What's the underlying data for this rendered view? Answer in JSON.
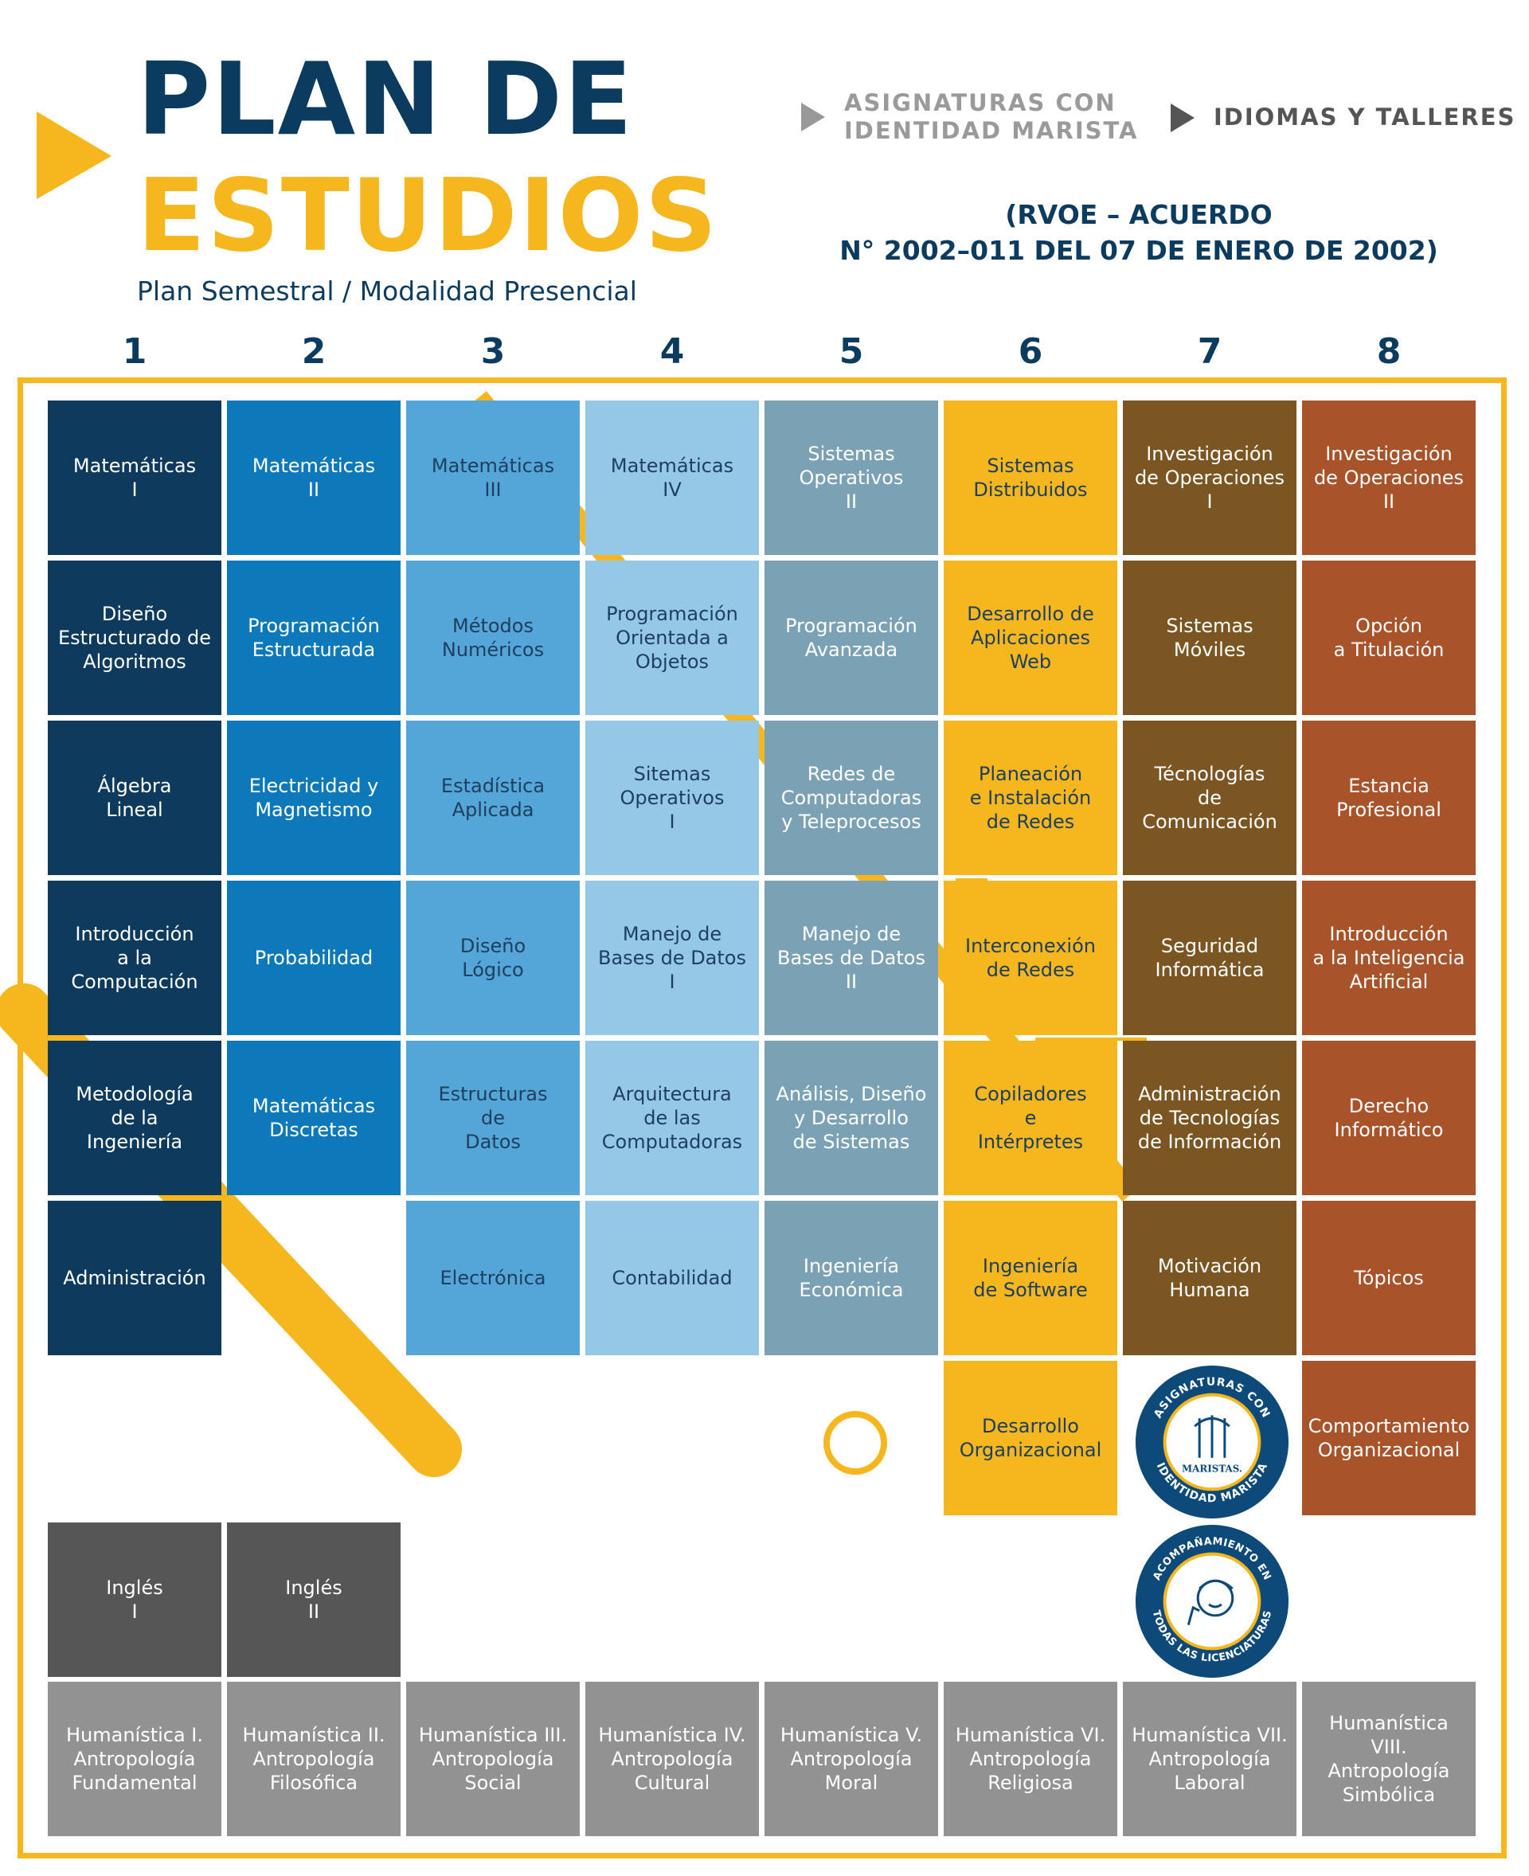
{
  "header": {
    "title_line1": "PLAN DE",
    "title_line2": "ESTUDIOS",
    "subtitle": "Plan Semestral / Modalidad Presencial",
    "legend": [
      {
        "label": "ASIGNATURAS CON\nIDENTIDAD MARISTA",
        "color": "#9a9a9a"
      },
      {
        "label": "IDIOMAS Y TALLERES",
        "color": "#555555"
      }
    ],
    "rvoe_line1": "(RVOE – ACUERDO",
    "rvoe_line2": "N° 2002–011 DEL 07 DE ENERO DE 2002)"
  },
  "colors": {
    "navy": "#0e3b5d",
    "accent_yellow": "#f6b71e",
    "brown": "#7b5623",
    "rust": "#a9532a",
    "gray_dark": "#565656",
    "gray_light": "#929293"
  },
  "semesters": [
    "1",
    "2",
    "3",
    "4",
    "5",
    "6",
    "7",
    "8"
  ],
  "columns": [
    [
      "Matemáticas\nI",
      "Diseño\nEstructurado de\nAlgoritmos",
      "Álgebra\nLineal",
      "Introducción\na la\nComputación",
      "Metodología\nde la\nIngeniería",
      "Administración"
    ],
    [
      "Matemáticas\nII",
      "Programación\nEstructurada",
      "Electricidad y\nMagnetismo",
      "Probabilidad",
      "Matemáticas\nDiscretas"
    ],
    [
      "Matemáticas\nIII",
      "Métodos\nNuméricos",
      "Estadística\nAplicada",
      "Diseño\nLógico",
      "Estructuras\nde\nDatos",
      "Electrónica"
    ],
    [
      "Matemáticas\nIV",
      "Programación\nOrientada a\nObjetos",
      "Sitemas\nOperativos\nI",
      "Manejo de\nBases de Datos\nI",
      "Arquitectura\nde las\nComputadoras",
      "Contabilidad"
    ],
    [
      "Sistemas\nOperativos\nII",
      "Programación\nAvanzada",
      "Redes de\nComputadoras\ny Teleprocesos",
      "Manejo de\nBases de Datos\nII",
      "Análisis, Diseño\ny Desarrollo\nde Sistemas",
      "Ingeniería\nEconómica"
    ],
    [
      "Sistemas\nDistribuidos",
      "Desarrollo de\nAplicaciones\nWeb",
      "Planeación\ne Instalación\nde Redes",
      "Interconexión\nde Redes",
      "Copiladores\ne\nIntérpretes",
      "Ingeniería\nde Software",
      "Desarrollo\nOrganizacional"
    ],
    [
      "Investigación\nde Operaciones\nI",
      "Sistemas\nMóviles",
      "Técnologías\nde\nComunicación",
      "Seguridad\nInformática",
      "Administración\nde Tecnologías\nde Información",
      "Motivación\nHumana"
    ],
    [
      "Investigación\nde Operaciones\nII",
      "Opción\na Titulación",
      "Estancia\nProfesional",
      "Introducción\na la Inteligencia\nArtificial",
      "Derecho\nInformático",
      "Tópicos",
      "Comportamiento\nOrganizacional"
    ]
  ],
  "languages": [
    "Inglés\nI",
    "Inglés\nII"
  ],
  "humanities": [
    "Humanística I.\nAntropología\nFundamental",
    "Humanística II.\nAntropología\nFilosófica",
    "Humanística III.\nAntropología\nSocial",
    "Humanística IV.\nAntropología\nCultural",
    "Humanística V.\nAntropología\nMoral",
    "Humanística VI.\nAntropología\nReligiosa",
    "Humanística VII.\nAntropología\nLaboral",
    "Humanística VIII.\nAntropología\nSimbólica"
  ],
  "badges": {
    "marista_text": "ASIGNATURAS CON IDENTIDAD MARISTA",
    "marista_logo": "MARISTAS",
    "acomp_top": "ACOMPAÑAMIENTO EN",
    "acomp_bottom": "TODAS LAS LICENCIATURAS"
  }
}
